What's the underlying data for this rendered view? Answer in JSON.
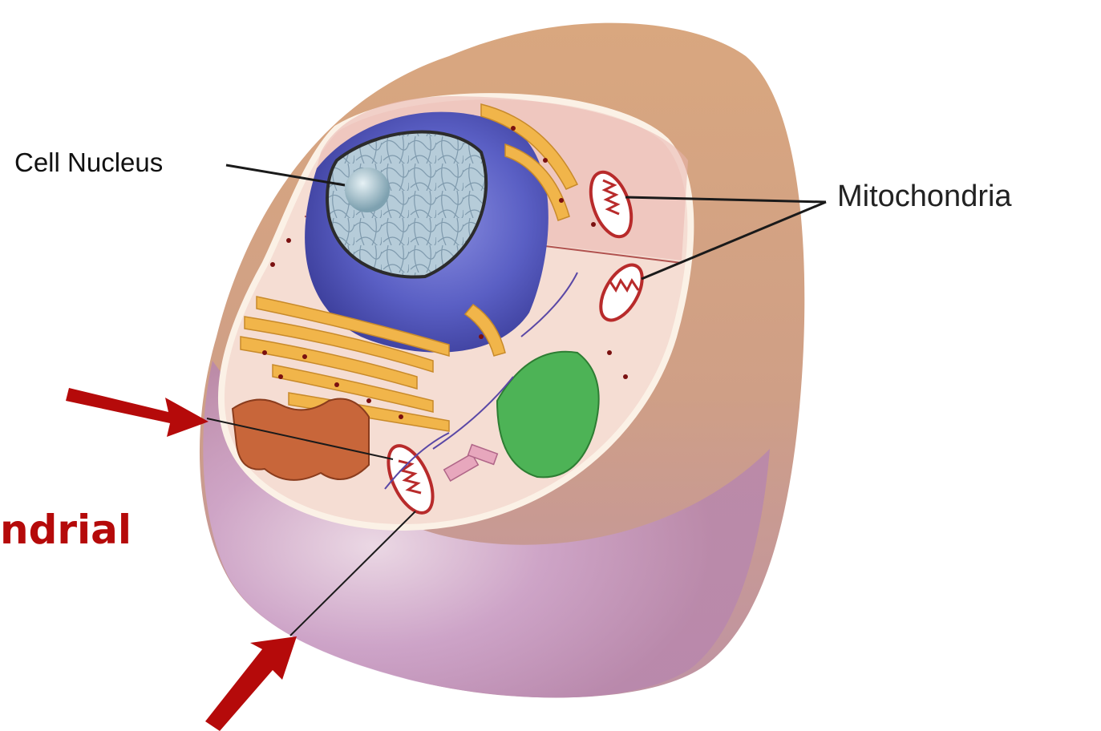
{
  "labels": {
    "cell_nucleus": "Cell Nucleus",
    "mitochondria": "Mitochondria",
    "partial_word": "ndrial"
  },
  "colors": {
    "arrow": "#b50a0a",
    "partial_word": "#b50a0a",
    "footer_link": "#2f6db5"
  }
}
